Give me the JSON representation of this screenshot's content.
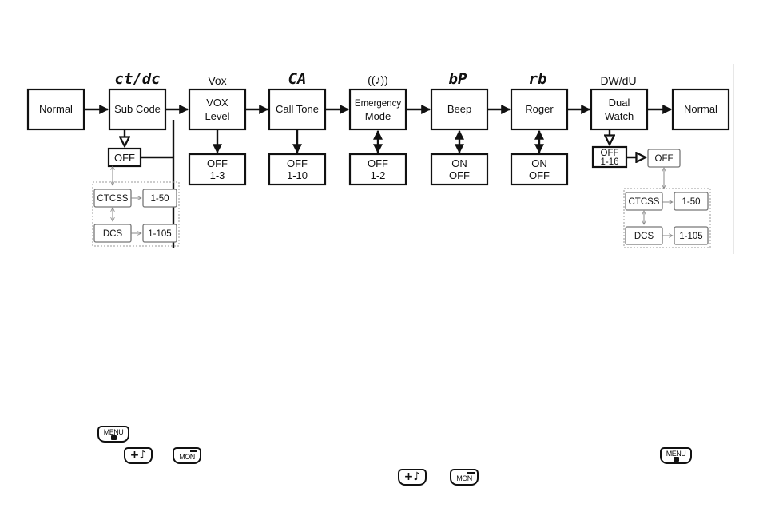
{
  "flow": {
    "headers": {
      "subcode": "ct/dc",
      "vox": "Vox",
      "calltone": "CA",
      "emergency": "((♪))",
      "beep": "bP",
      "roger": "rb",
      "dualwatch": "DW/dU"
    },
    "main": {
      "normal_start": "Normal",
      "subcode": "Sub Code",
      "vox_line1": "VOX",
      "vox_line2": "Level",
      "calltone": "Call Tone",
      "emergency_line1": "Emergency",
      "emergency_line2": "Mode",
      "beep": "Beep",
      "roger": "Roger",
      "dualwatch_line1": "Dual",
      "dualwatch_line2": "Watch",
      "normal_end": "Normal"
    },
    "options": {
      "subcode_off": "OFF",
      "ctcss": "CTCSS",
      "ctcss_range": "1-50",
      "dcs": "DCS",
      "dcs_range": "1-105",
      "vox_line1": "OFF",
      "vox_line2": "1-3",
      "calltone_line1": "OFF",
      "calltone_line2": "1-10",
      "emergency_line1": "OFF",
      "emergency_line2": "1-2",
      "beep_line1": "ON",
      "beep_line2": "OFF",
      "roger_line1": "ON",
      "roger_line2": "OFF",
      "dw_line1": "OFF",
      "dw_line2": "1-16",
      "dw_off": "OFF",
      "dw_ctcss": "CTCSS",
      "dw_ctcss_range": "1-50",
      "dw_dcs": "DCS",
      "dw_dcs_range": "1-105"
    }
  },
  "keys": {
    "menu_label": "MENU",
    "mon_label": "MON",
    "plus_glyph": "+♪"
  }
}
